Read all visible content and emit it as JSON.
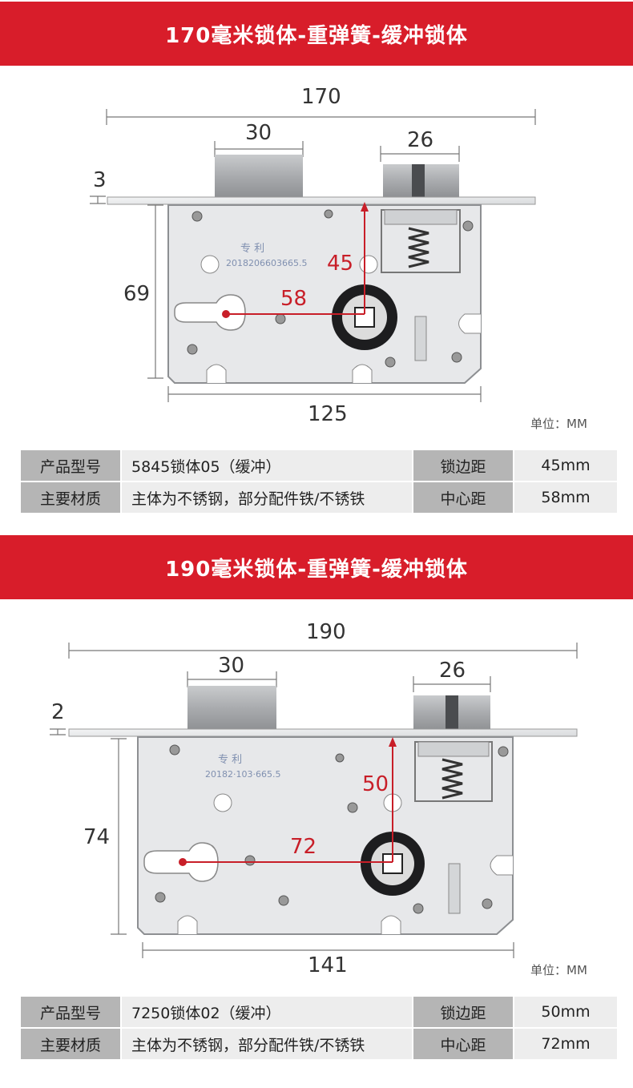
{
  "sections": [
    {
      "title": "170毫米锁体-重弹簧-缓冲锁体",
      "dims": {
        "overall": "170",
        "latch": "30",
        "deadbolt": "26",
        "plate": "3",
        "height": "69",
        "center": "58",
        "backset": "45",
        "body": "125"
      },
      "stamp": {
        "patent": "专 利",
        "number": "2018206603665.5"
      },
      "unit": "单位：MM",
      "spec": {
        "model_label": "产品型号",
        "model_value": "5845锁体05（缓冲）",
        "backset_label": "锁边距",
        "backset_value": "45mm",
        "material_label": "主要材质",
        "material_value": "主体为不锈钢，部分配件铁/不锈铁",
        "center_label": "中心距",
        "center_value": "58mm"
      }
    },
    {
      "title": "190毫米锁体-重弹簧-缓冲锁体",
      "dims": {
        "overall": "190",
        "latch": "30",
        "deadbolt": "26",
        "plate": "2",
        "height": "74",
        "center": "72",
        "backset": "50",
        "body": "141"
      },
      "stamp": {
        "patent": "专 利",
        "number": "20182·103·665.5"
      },
      "unit": "单位：MM",
      "spec": {
        "model_label": "产品型号",
        "model_value": "7250锁体02（缓冲）",
        "backset_label": "锁边距",
        "backset_value": "50mm",
        "material_label": "主要材质",
        "material_value": "主体为不锈钢，部分配件铁/不锈铁",
        "center_label": "中心距",
        "center_value": "72mm"
      }
    }
  ],
  "colors": {
    "banner": "#d81d2a",
    "dimension_red": "#c81e28",
    "label_cell": "#b5b5b5",
    "value_cell": "#ededed"
  }
}
